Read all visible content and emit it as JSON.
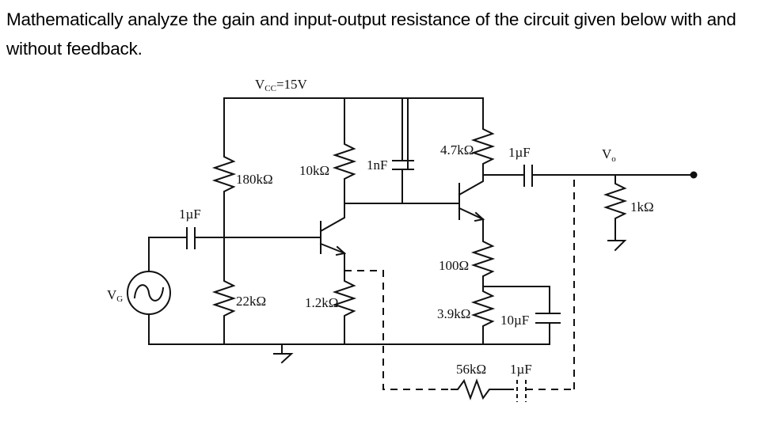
{
  "question": {
    "text": "Mathematically analyze the gain and input-output resistance of the circuit given below with and without feedback."
  },
  "circuit": {
    "supply": {
      "label": "V",
      "subscript": "CC",
      "value": "=15V"
    },
    "source": {
      "label": "V",
      "subscript": "G"
    },
    "output": {
      "label": "V",
      "subscript": "o"
    },
    "components": {
      "c_in": "1µF",
      "r_b1": "180kΩ",
      "r_b2": "22kΩ",
      "r_c1": "10kΩ",
      "r_e1": "1.2kΩ",
      "c_bypass_supply": "1nF",
      "r_c2": "4.7kΩ",
      "c_out": "1µF",
      "r_load": "1kΩ",
      "r_e2a": "100Ω",
      "r_e2b": "3.9kΩ",
      "c_e2": "10µF",
      "r_feedback": "56kΩ",
      "c_feedback": "1µF"
    }
  }
}
